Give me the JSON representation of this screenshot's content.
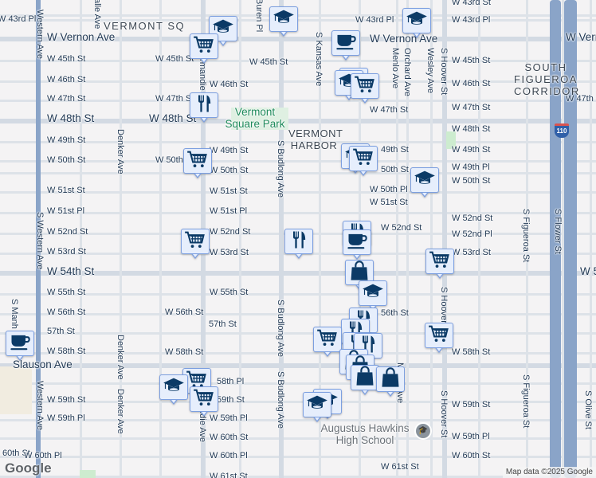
{
  "colors": {
    "background": "#f4f3f4",
    "road": "#dde2e8",
    "highway": "#8aa4c8",
    "marker_fill": "#e6eefc",
    "marker_border": "#7c9fe0",
    "icon": "#0b3a66",
    "park": "#cdeccf"
  },
  "street_labels": [
    "W 43rd Pl",
    "W Vernon Ave",
    "W 45th St",
    "W 46th St",
    "W 47th St",
    "W 48th St",
    "W 49th St",
    "W 50th St",
    "W 51st St",
    "W 51st Pl",
    "W 52nd St",
    "W 53rd St",
    "W 54th St",
    "W 55th St",
    "W 56th St",
    "57th St",
    "W 58th St",
    "Slauson Ave",
    "W 59th St",
    "W 59th Pl",
    "60th St",
    "W 60th Pl",
    "W 45th St",
    "W 47th St",
    "W 48th St",
    "W 50th",
    "W 45th St",
    "W 46th St",
    "W 49th St",
    "W 50th St",
    "W 51st St",
    "W 51st Pl",
    "W 52nd St",
    "W 53rd St",
    "W 55th St",
    "W 56th St",
    "57th St",
    "W 58th St",
    "58th Pl",
    "59th St",
    "W 59th Pl",
    "W 60th St",
    "W 60th Pl",
    "W 61st St",
    "W 43rd Pl",
    "W 43rd Pl",
    "W 43rd St",
    "W Vernon Ave",
    "W Vernon",
    "W 45th St",
    "W 46th St",
    "W 47th St",
    "W 47th St",
    "W 48th St",
    "W 49th St",
    "49th St",
    "W 49th Pl",
    "50th St",
    "W 50th St",
    "W 50th Pl",
    "W 51st St",
    "W 52nd St",
    "W 52nd St",
    "W 52nd Pl",
    "W 53rd St",
    "W 5",
    "56th St",
    "W 58th St",
    "W 59th St",
    "W 59th Pl",
    "W 60th St",
    "W 61st St",
    "W 47th"
  ],
  "vertical_labels": [
    "Western Ave",
    "S Western Ave",
    "Western Ave",
    "Denker Ave",
    "Denker Ave",
    "Denker Ave",
    "S Budlong Ave",
    "S Budlong Ave",
    "S Budlong Ave",
    "S Kansas Ave",
    "Menlo Ave",
    "Orchard Ave",
    "Wesley Ave",
    "S Hoover St",
    "S Hoover St",
    "S Hoover St",
    "S Figueroa St",
    "S Figueroa St",
    "S Flower St",
    "S Olive St",
    "Buren Pl",
    "alle Ave",
    "S Manh",
    "Normandie Ave",
    "Normandie Ave",
    "Menlo Ave"
  ],
  "places": {
    "vermont_square": "VERMONT SQ",
    "vermont_harbor": "VERMONT HARBOR",
    "south_figueroa": "SOUTH FIGUEROA CORRIDOR",
    "park": "Vermont Square Park",
    "school": "Augustus Hawkins High School",
    "freeway_shield": "110"
  },
  "markers": [
    {
      "icon": "graduation-cap"
    },
    {
      "icon": "graduation-cap"
    },
    {
      "icon": "shopping-cart"
    },
    {
      "icon": "coffee-cup"
    },
    {
      "icon": "graduation-cap"
    },
    {
      "icon": "shopping-cart"
    },
    {
      "icon": "graduation-cap"
    },
    {
      "icon": "shopping-cart"
    },
    {
      "icon": "fork-knife"
    },
    {
      "icon": "shopping-cart"
    },
    {
      "icon": "graduation-cap"
    },
    {
      "icon": "shopping-cart"
    },
    {
      "icon": "graduation-cap"
    },
    {
      "icon": "fork-knife"
    },
    {
      "icon": "shopping-cart"
    },
    {
      "icon": "fork-knife"
    },
    {
      "icon": "coffee-cup"
    },
    {
      "icon": "shopping-bag"
    },
    {
      "icon": "shopping-cart"
    },
    {
      "icon": "graduation-cap"
    },
    {
      "icon": "fork-knife"
    },
    {
      "icon": "fork-knife"
    },
    {
      "icon": "shopping-cart"
    },
    {
      "icon": "fork-knife"
    },
    {
      "icon": "fork-knife"
    },
    {
      "icon": "shopping-cart"
    },
    {
      "icon": "shopping-bag"
    },
    {
      "icon": "shopping-bag"
    },
    {
      "icon": "shopping-bag"
    },
    {
      "icon": "shopping-bag"
    },
    {
      "icon": "graduation-cap"
    },
    {
      "icon": "graduation-cap"
    },
    {
      "icon": "shopping-cart"
    },
    {
      "icon": "graduation-cap"
    },
    {
      "icon": "shopping-cart"
    },
    {
      "icon": "coffee-cup"
    }
  ],
  "footer": {
    "logo": "Google",
    "attribution": "Map data ©2025 Google"
  }
}
